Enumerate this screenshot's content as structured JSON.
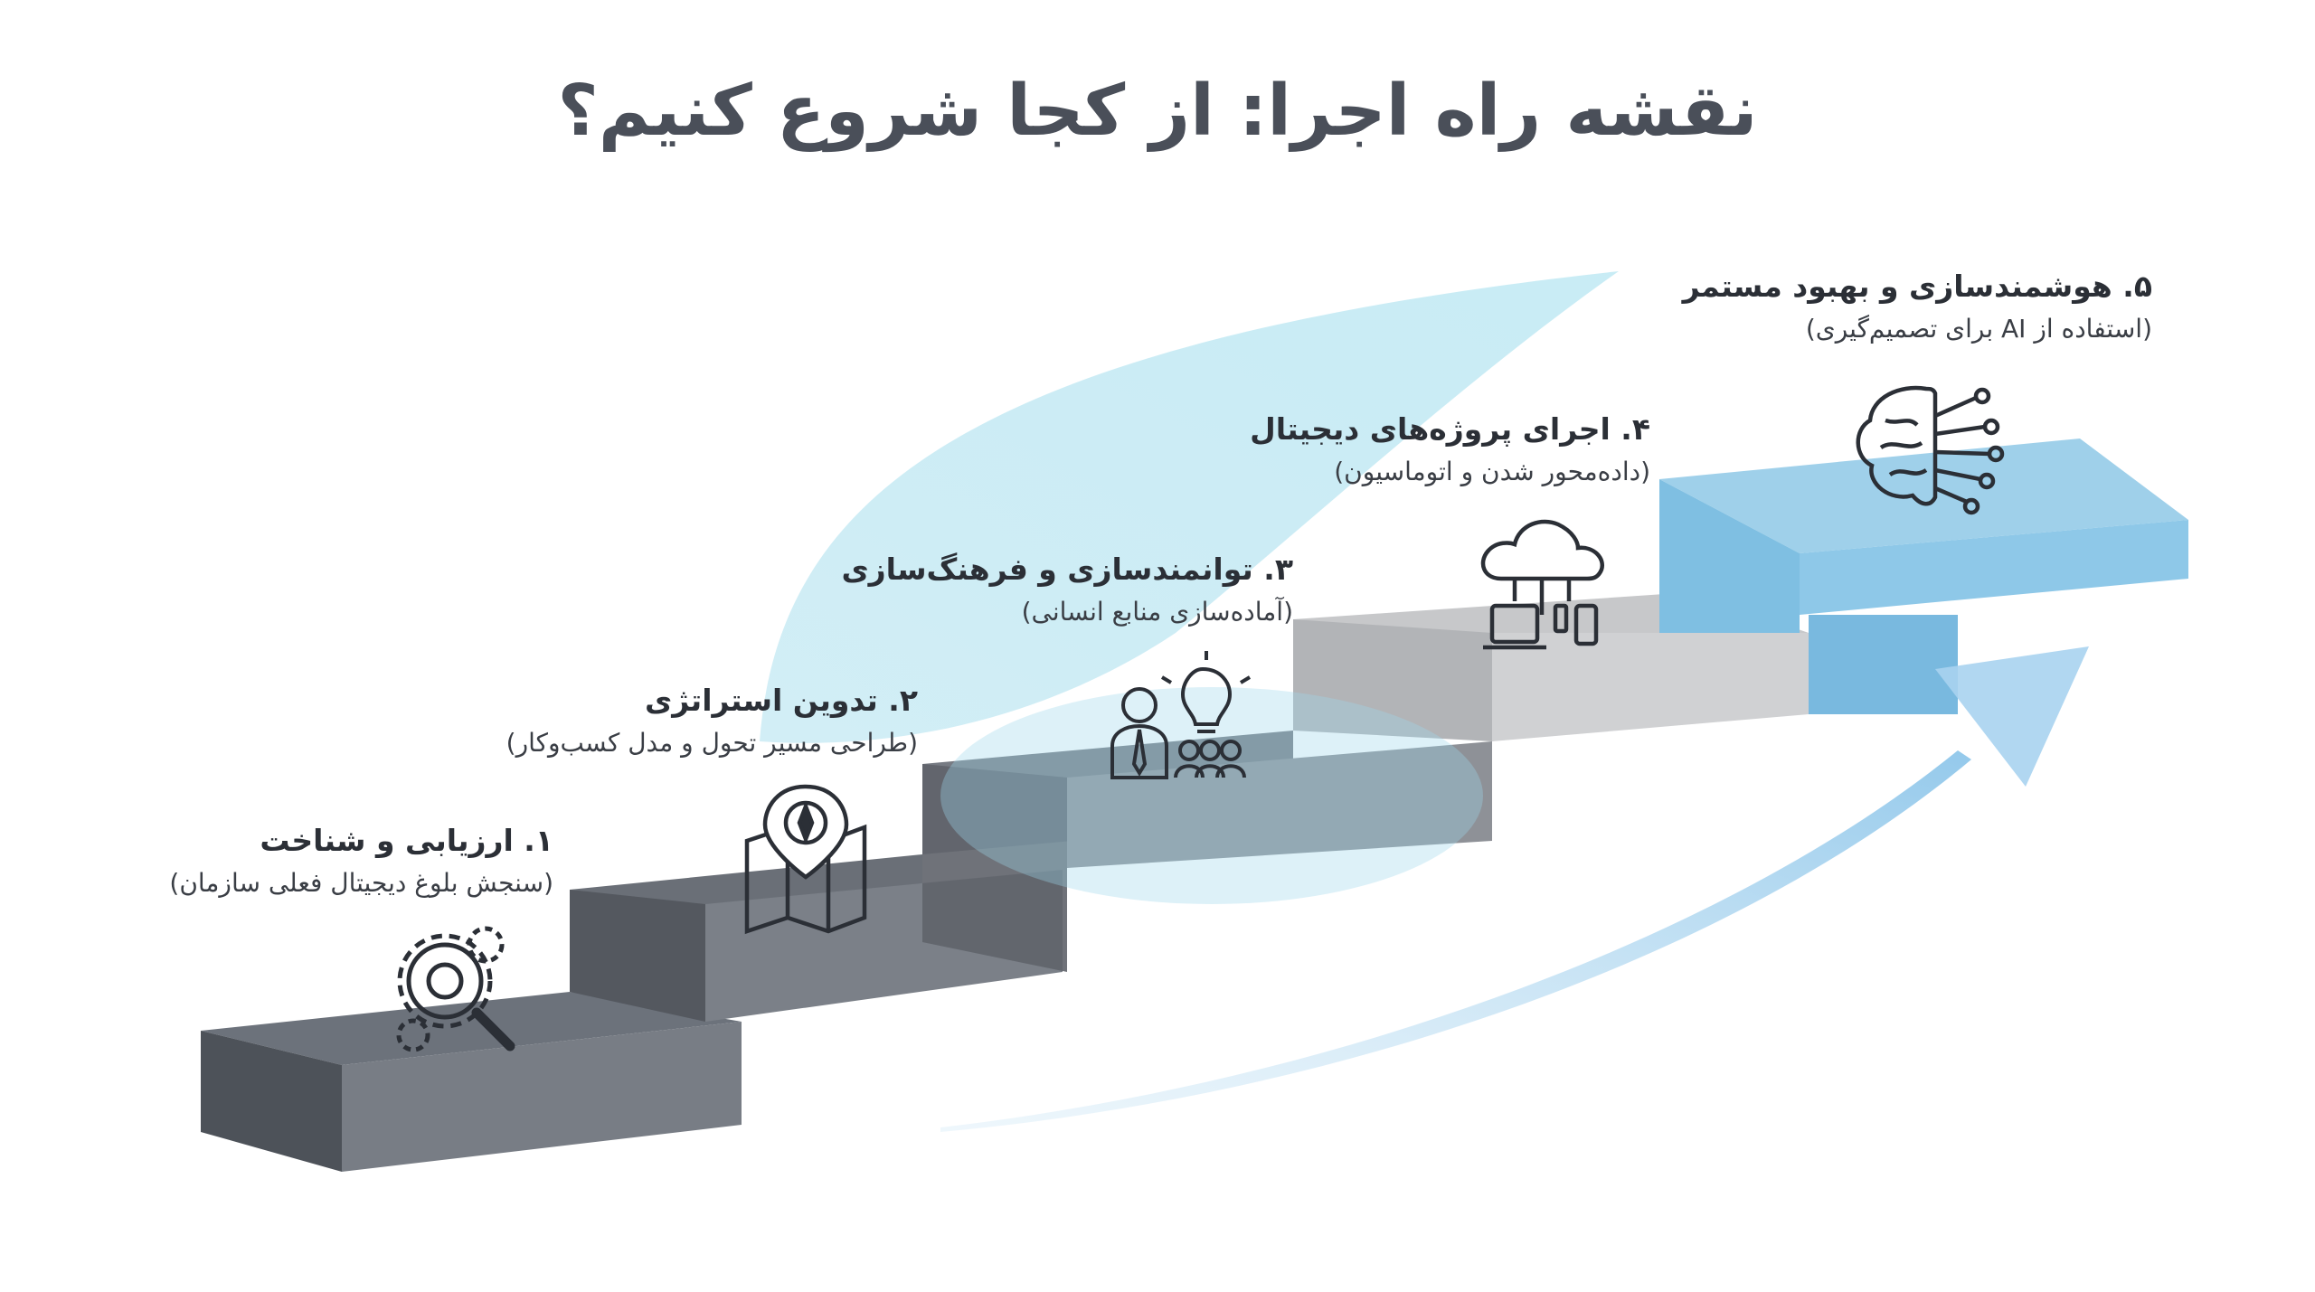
{
  "title": "نقشه راه اجرا: از کجا شروع کنیم؟",
  "steps": [
    {
      "title": "۱. ارزیابی و شناخت",
      "subtitle": "(سنجش بلوغ دیجیتال فعلی سازمان)",
      "icon": "gears-magnifier-icon",
      "color": "#5d636c"
    },
    {
      "title": "۲. تدوین استراتژی",
      "subtitle": "(طراحی مسیر تحول و مدل کسب‌وکار)",
      "icon": "map-compass-icon",
      "color": "#70747c"
    },
    {
      "title": "۳. توانمندسازی و فرهنگ‌سازی",
      "subtitle": "(آماده‌سازی منابع انسانی)",
      "icon": "people-idea-icon",
      "color": "#8a8d93"
    },
    {
      "title": "۴. اجرای پروژه‌های دیجیتال",
      "subtitle": "(داده‌محور شدن و اتوماسیون)",
      "icon": "cloud-devices-icon",
      "color": "#c8c9cb"
    },
    {
      "title": "۵. هوشمندسازی و بهبود مستمر",
      "subtitle": "(استفاده از AI برای تصمیم‌گیری)",
      "icon": "ai-brain-icon",
      "color": "#6fb6e0"
    }
  ]
}
